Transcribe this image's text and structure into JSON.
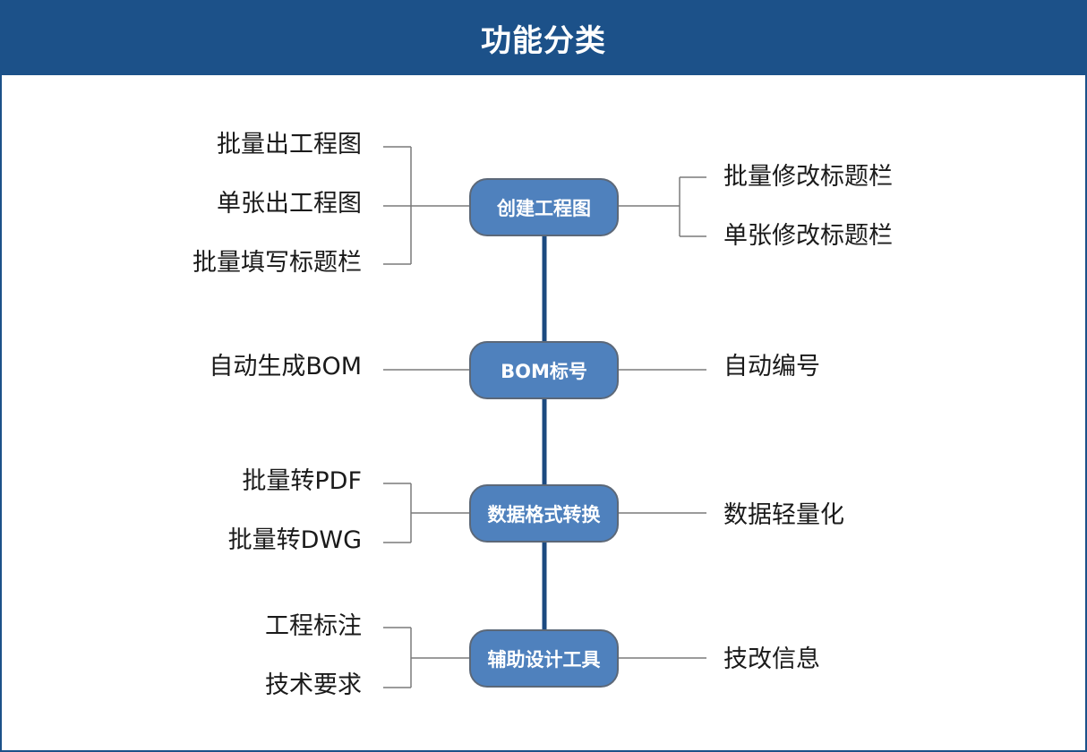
{
  "title": "功能分类",
  "colors": {
    "header": "#1c5189",
    "node_fill": "#4f81bd",
    "node_border": "#5c6878",
    "spine": "#1c4a80",
    "connector": "#7a7a7a"
  },
  "nodes": [
    {
      "label": "创建工程图",
      "left_items": [
        "批量出工程图",
        "单张出工程图",
        "批量填写标题栏"
      ],
      "right_items": [
        "批量修改标题栏",
        "单张修改标题栏"
      ]
    },
    {
      "label": "BOM标号",
      "left_items": [
        "自动生成BOM"
      ],
      "right_items": [
        "自动编号"
      ]
    },
    {
      "label": "数据格式转换",
      "left_items": [
        "批量转PDF",
        "批量转DWG"
      ],
      "right_items": [
        "数据轻量化"
      ]
    },
    {
      "label": "辅助设计工具",
      "left_items": [
        "工程标注",
        "技术要求"
      ],
      "right_items": [
        "技改信息"
      ]
    }
  ]
}
